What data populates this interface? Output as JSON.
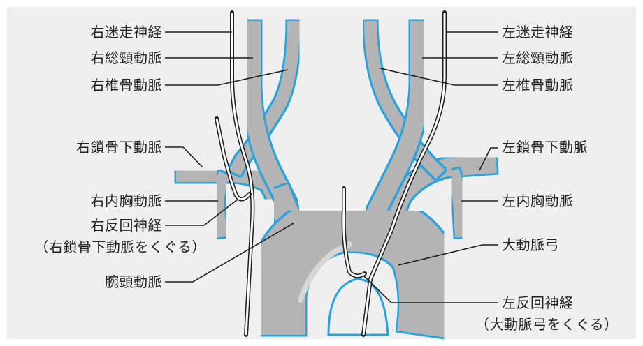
{
  "colors": {
    "panel": "#efefef",
    "artery_outline": "#2aa3dc",
    "artery_fill": "#b4b4b4",
    "artery_dark": "#8c8c8c",
    "nerve": "#1e1e1e",
    "leader": "#1e1e1e",
    "page_bg": "#ffffff"
  },
  "labels": {
    "right_vagus": "右迷走神経",
    "right_common_carotid": "右総頸動脈",
    "right_vertebral": "右椎骨動脈",
    "right_subclavian": "右鎖骨下動脈",
    "right_internal_thoracic": "右内胸動脈",
    "right_recurrent_laryngeal": "右反回神経",
    "right_recurrent_note": "（右鎖骨下動脈をくぐる）",
    "brachiocephalic": "腕頭動脈",
    "left_vagus": "左迷走神経",
    "left_common_carotid": "左総頸動脈",
    "left_vertebral": "左椎骨動脈",
    "left_subclavian": "左鎖骨下動脈",
    "left_internal_thoracic": "左内胸動脈",
    "aortic_arch": "大動脈弓",
    "left_recurrent_laryngeal": "左反回神経",
    "left_recurrent_note": "（大動脈弓をくぐる）"
  }
}
